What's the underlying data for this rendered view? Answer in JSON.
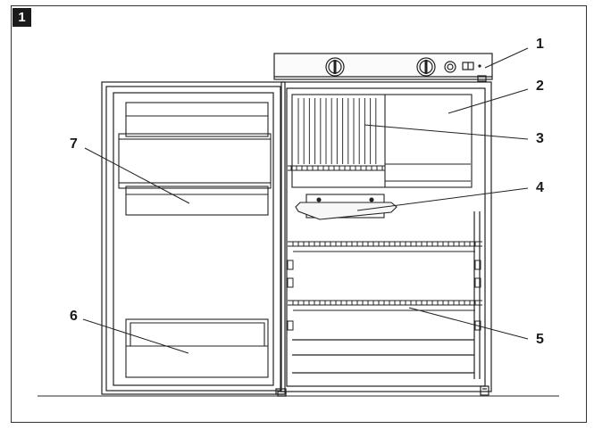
{
  "figure_number": "1",
  "callouts": {
    "c1": "1",
    "c2": "2",
    "c3": "3",
    "c4": "4",
    "c5": "5",
    "c6": "6",
    "c7": "7"
  }
}
